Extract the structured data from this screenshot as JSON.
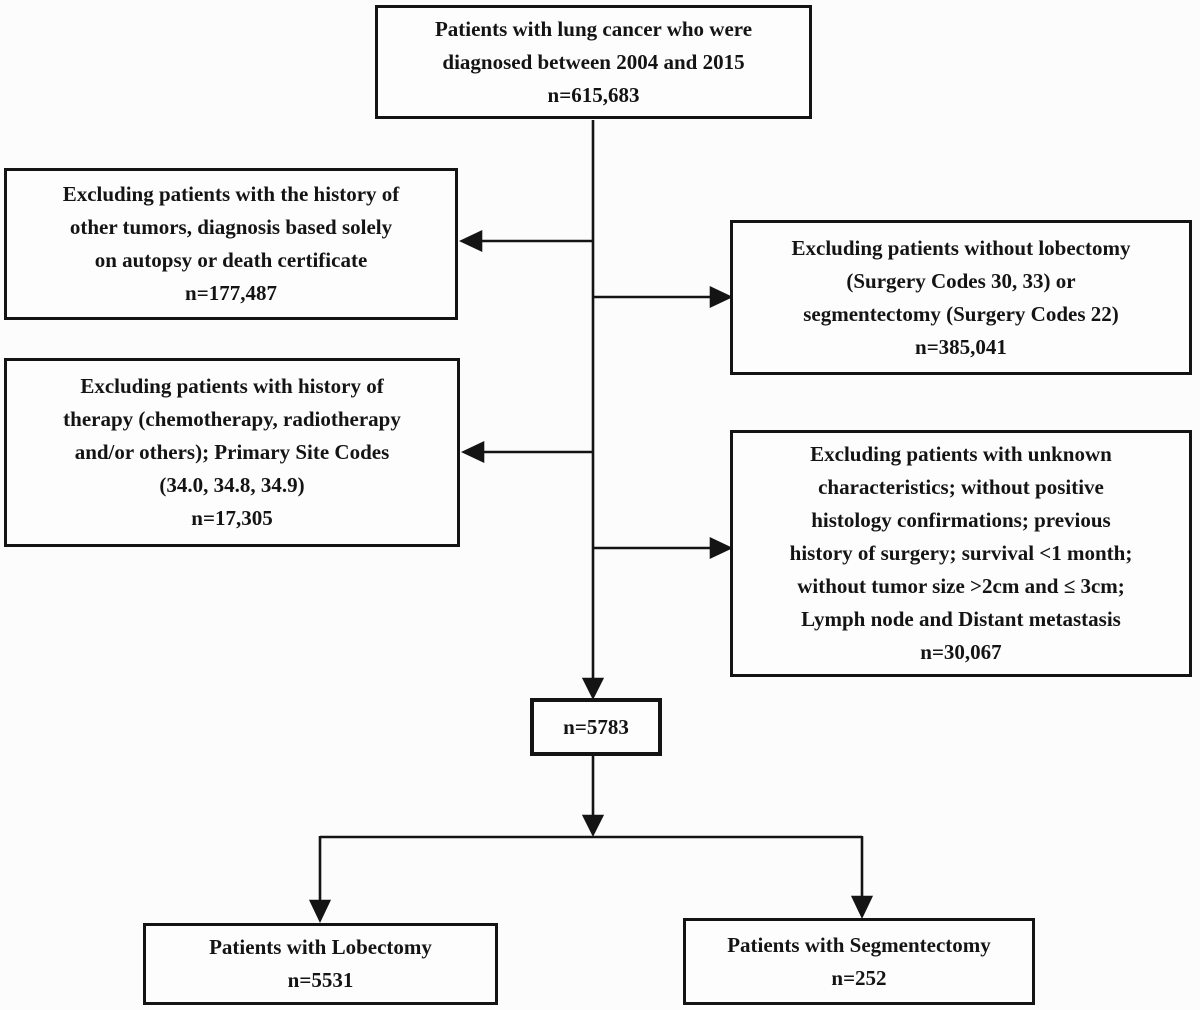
{
  "colors": {
    "ink": "#141414",
    "background": "#fcfcfc"
  },
  "boxes": {
    "source": "Patients with lung cancer who were\ndiagnosed between 2004 and 2015\nn=615,683",
    "exclusion_history_tumors": "Excluding patients with the history of\nother tumors, diagnosis based solely\non autopsy or death certificate\nn=177,487",
    "exclusion_no_lobectomy": "Excluding patients without lobectomy\n(Surgery Codes 30, 33) or\nsegmentectomy (Surgery Codes 22)\nn=385,041",
    "exclusion_prior_therapy": "Excluding patients with history of\ntherapy (chemotherapy, radiotherapy\nand/or others); Primary Site Codes\n(34.0, 34.8, 34.9)\nn=17,305",
    "exclusion_unknown_characteristics": "Excluding patients with unknown\ncharacteristics; without positive\nhistology confirmations; previous\nhistory of surgery; survival <1 month;\nwithout tumor size >2cm and ≤ 3cm;\nLymph node and Distant metastasis\nn=30,067",
    "final_cohort": "n=5783",
    "lobectomy_group": "Patients with Lobectomy\nn=5531",
    "segmentectomy_group": "Patients with Segmentectomy\nn=252"
  }
}
